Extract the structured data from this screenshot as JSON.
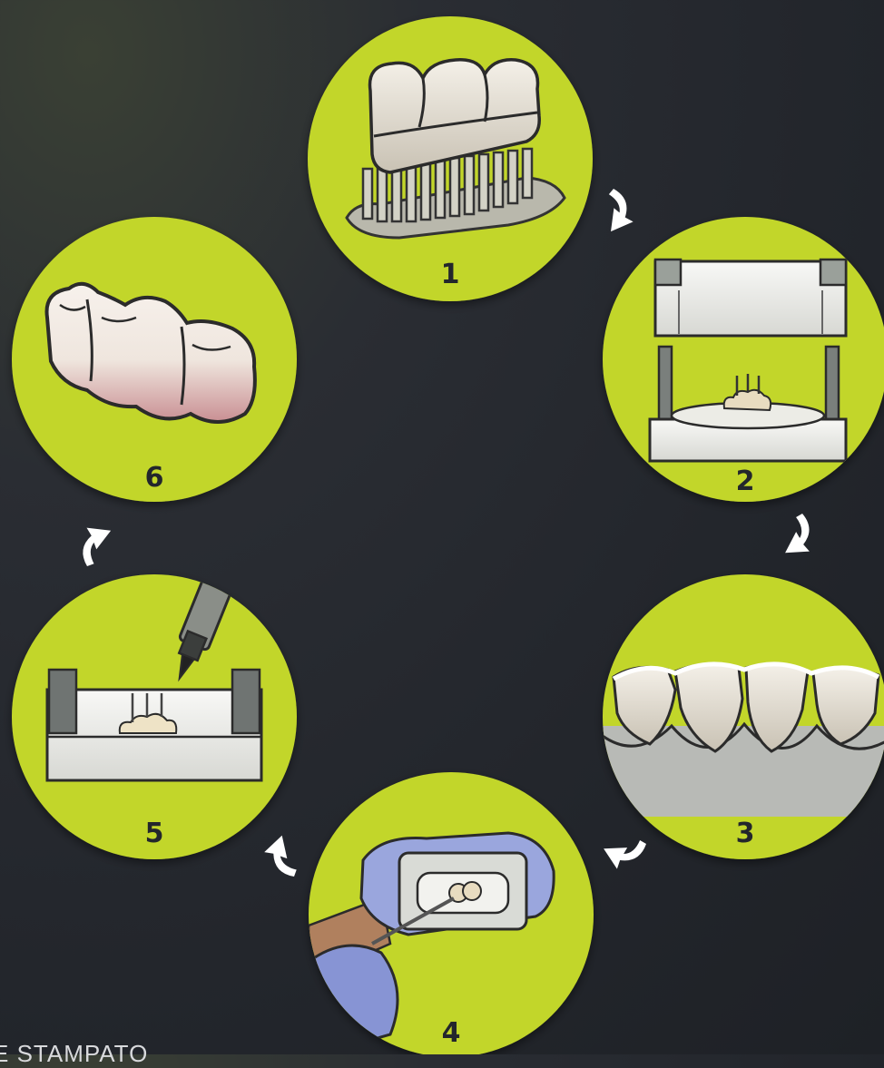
{
  "colors": {
    "circle_fill": "#c2d62c",
    "circle_fill_dark": "#a9bf1f",
    "arrow": "#ffffff",
    "number_text": "#23262c",
    "background": "#23262c"
  },
  "steps": [
    {
      "number": "1",
      "icon": "printed-denture-on-supports-icon"
    },
    {
      "number": "2",
      "icon": "silicone-mold-with-teeth-icon"
    },
    {
      "number": "3",
      "icon": "front-teeth-crowns-icon"
    },
    {
      "number": "4",
      "icon": "gloved-hands-holding-mold-icon"
    },
    {
      "number": "5",
      "icon": "syringe-injecting-mold-icon"
    },
    {
      "number": "6",
      "icon": "finished-molar-bridge-icon"
    }
  ],
  "footer_text": "E STAMPATO"
}
